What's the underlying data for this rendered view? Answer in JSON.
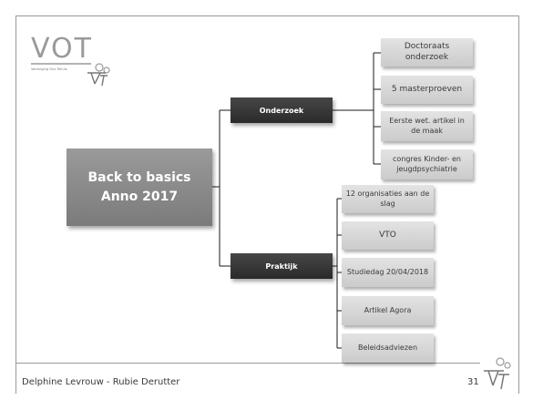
{
  "main": {
    "line1": "Back to basics",
    "line2": "Anno 2017"
  },
  "branches": [
    {
      "label": "Onderzoek",
      "items": [
        "Doctoraats onderzoek",
        "5 masterproeven",
        "Eerste wet. artikel in de maak",
        "congres Kinder- en jeugdpsychiatrie"
      ]
    },
    {
      "label": "Praktijk",
      "items": [
        "12 organisaties aan de slag",
        "VTO",
        "Studiedag 20/04/2018",
        "Artikel Agora",
        "Beleidsadviezen"
      ]
    }
  ],
  "footer": {
    "authors": "Delphine Levrouw - Rubie Derutter",
    "page": "31"
  },
  "logo": {
    "letters": "VOT",
    "tagline": "Vereniging Ons Tehuis"
  },
  "colors": {
    "main_box": "#8a8a8a",
    "branch_box": "#333333",
    "leaf_box": "#d6d6d6",
    "logo_accent": "#9a9a9a"
  }
}
